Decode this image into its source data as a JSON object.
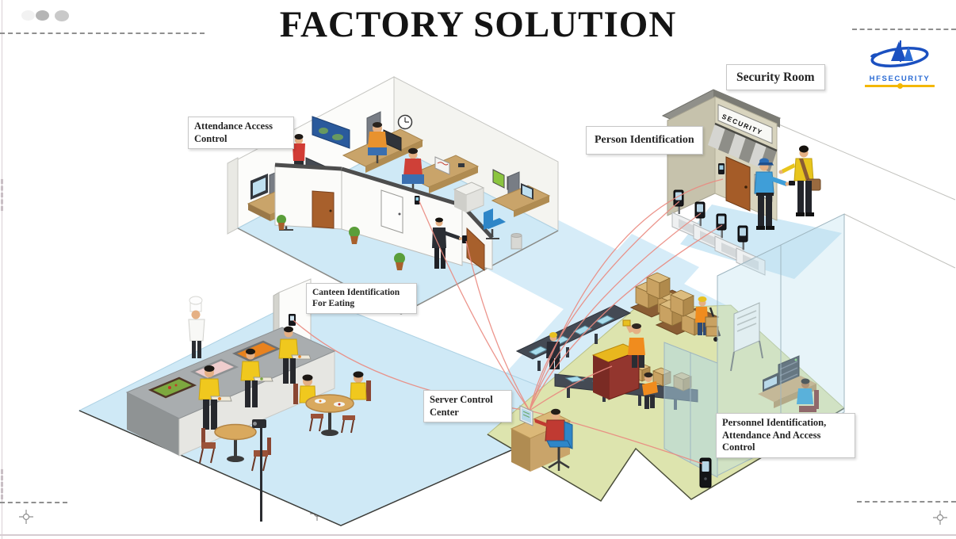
{
  "slide": {
    "title": "FACTORY SOLUTION"
  },
  "logo": {
    "brand": "HFSECURITY"
  },
  "callouts": {
    "attendance": "Attendance Access Control",
    "security_room": "Security Room",
    "person_identification": "Person Identification",
    "canteen": "Canteen Identification For Eating",
    "server": "Server Control Center",
    "personnel": "Personnel Identification, Attendance And Access Control"
  },
  "scene": {
    "security_sign": "SECURITY"
  },
  "colors": {
    "title_text": "#141414",
    "logo_blue": "#2a6bd4",
    "logo_yellow": "#f3b700",
    "connection_line": "#ea8a80",
    "office_floor": "#cfe9f6",
    "factory_floor": "#dde4ae",
    "walkway": "#d6ecf8",
    "worker_shirt_yellow": "#f0c81e",
    "worker_shirt_orange": "#f08c1e",
    "guard_shirt_blue": "#3f9ed8",
    "callout_text": "#242424"
  }
}
